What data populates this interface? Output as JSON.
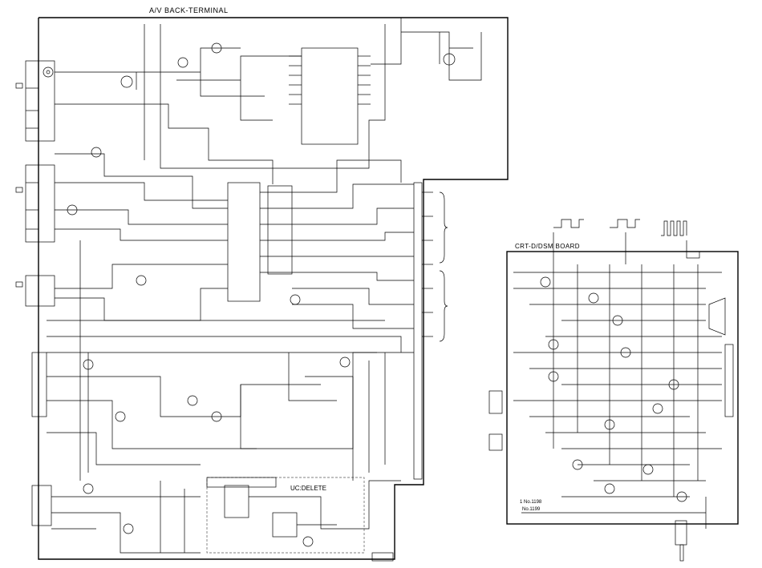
{
  "title": "A/V BACK-TERMINAL",
  "crt_board_title": "CRT-D/DSM BOARD",
  "delete_label": "UC:DELETE",
  "legend": {
    "line1": "1 No.1198",
    "line2": "No.1199"
  },
  "colors": {
    "line": "#000000",
    "background": "#ffffff"
  }
}
